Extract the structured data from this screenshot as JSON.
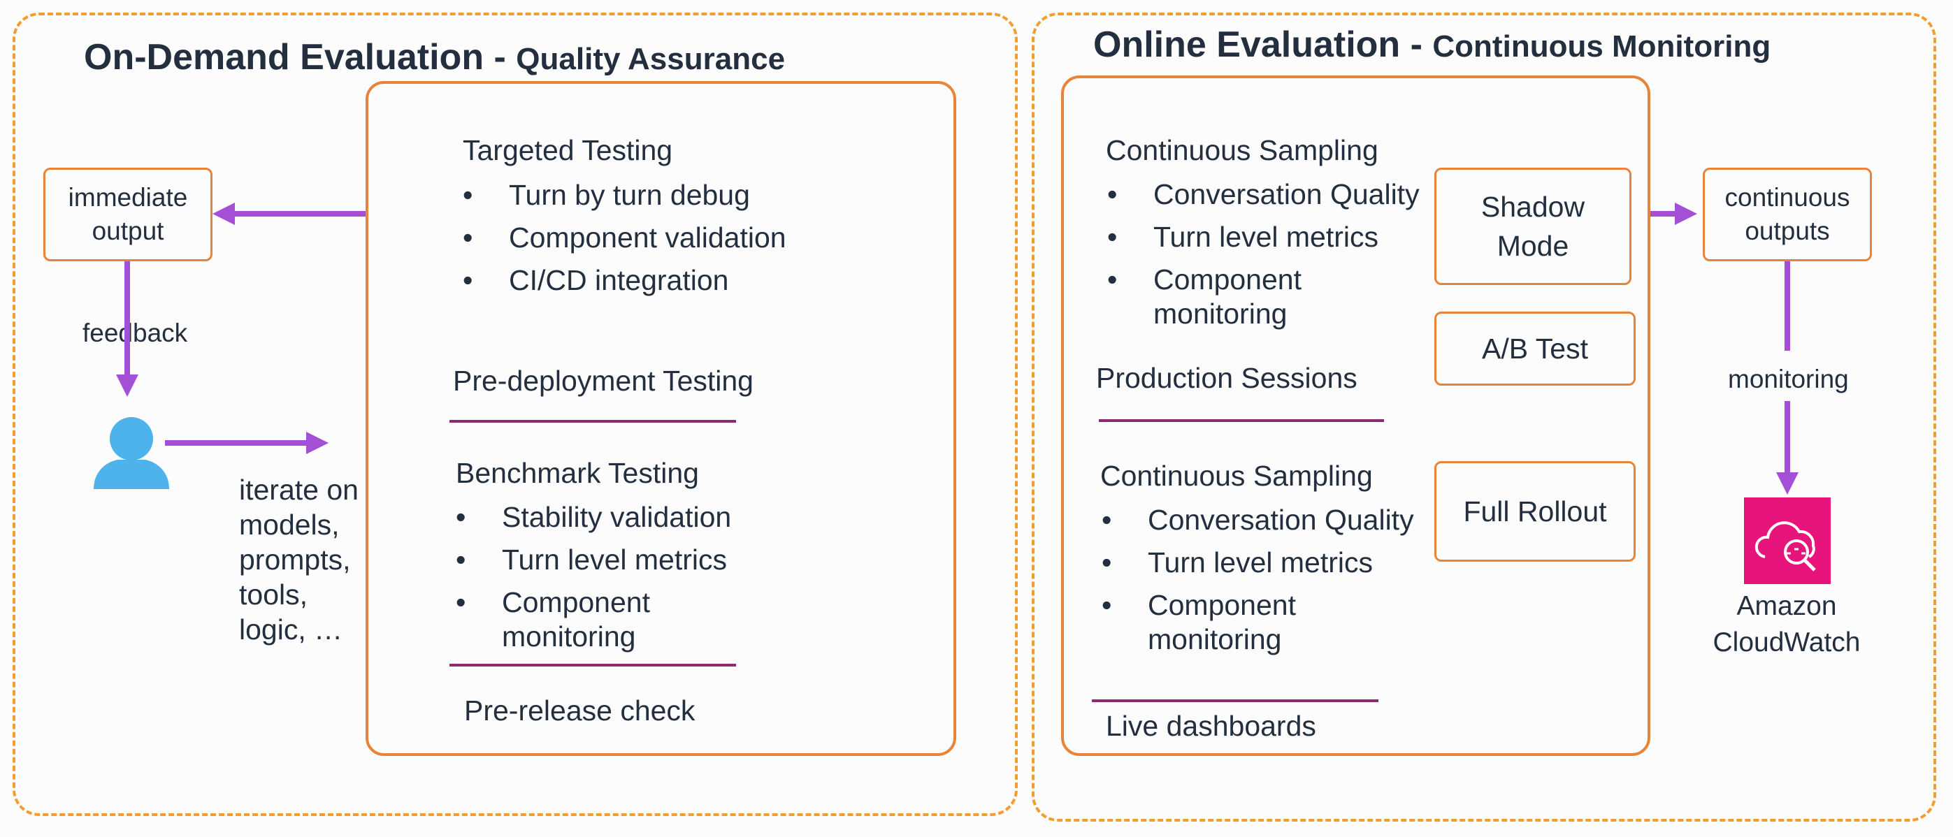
{
  "left": {
    "title_main": "On-Demand Evaluation",
    "title_sep": " - ",
    "title_sub": "Quality Assurance",
    "immediate_output": "immediate\noutput",
    "feedback": "feedback",
    "iterate": "iterate on\nmodels,\nprompts,\ntools,\nlogic, …",
    "targeted": {
      "heading": "Targeted Testing",
      "items": [
        "Turn by turn debug",
        "Component validation",
        "CI/CD integration"
      ]
    },
    "pre_deployment": "Pre-deployment Testing",
    "benchmark": {
      "heading": "Benchmark Testing",
      "items": [
        "Stability validation",
        "Turn level metrics",
        "Component\nmonitoring"
      ]
    },
    "pre_release": "Pre-release check"
  },
  "right": {
    "title_main": "Online Evaluation",
    "title_sep": " - ",
    "title_sub": "Continuous Monitoring",
    "sampling1": {
      "heading": "Continuous Sampling",
      "items": [
        "Conversation Quality",
        "Turn level metrics",
        "Component\nmonitoring"
      ]
    },
    "production_sessions": "Production Sessions",
    "sampling2": {
      "heading": "Continuous Sampling",
      "items": [
        "Conversation Quality",
        "Turn level metrics",
        "Component\nmonitoring"
      ]
    },
    "live_dashboards": "Live dashboards",
    "shadow_mode": "Shadow\nMode",
    "ab_test": "A/B Test",
    "full_rollout": "Full Rollout",
    "continuous_outputs": "continuous\noutputs",
    "monitoring": "monitoring",
    "cloudwatch": "Amazon\nCloudWatch"
  },
  "bullet": "•",
  "colors": {
    "dashed_border": "#f39c32",
    "box_border": "#e8833a",
    "separator": "#8e2a6f",
    "arrow": "#a34fd6",
    "user_icon": "#4db3ea",
    "cloudwatch_icon": "#e7157b",
    "text": "#232f3e"
  },
  "icons": [
    "user-icon",
    "cloudwatch-icon"
  ]
}
